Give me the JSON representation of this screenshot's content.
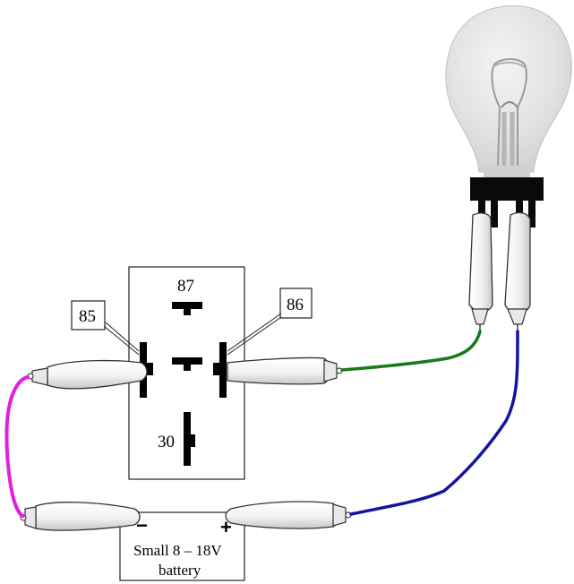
{
  "relay": {
    "pin_87": "87",
    "pin_85": "85",
    "pin_86": "86",
    "pin_30": "30"
  },
  "battery": {
    "line1": "Small 8 – 18V",
    "line2": "battery",
    "minus": "−",
    "plus": "+"
  },
  "colors": {
    "wire_pink": "#e020e0",
    "wire_green": "#1a7a1a",
    "wire_blue": "#1414a0",
    "relay_pin": "#000000"
  }
}
